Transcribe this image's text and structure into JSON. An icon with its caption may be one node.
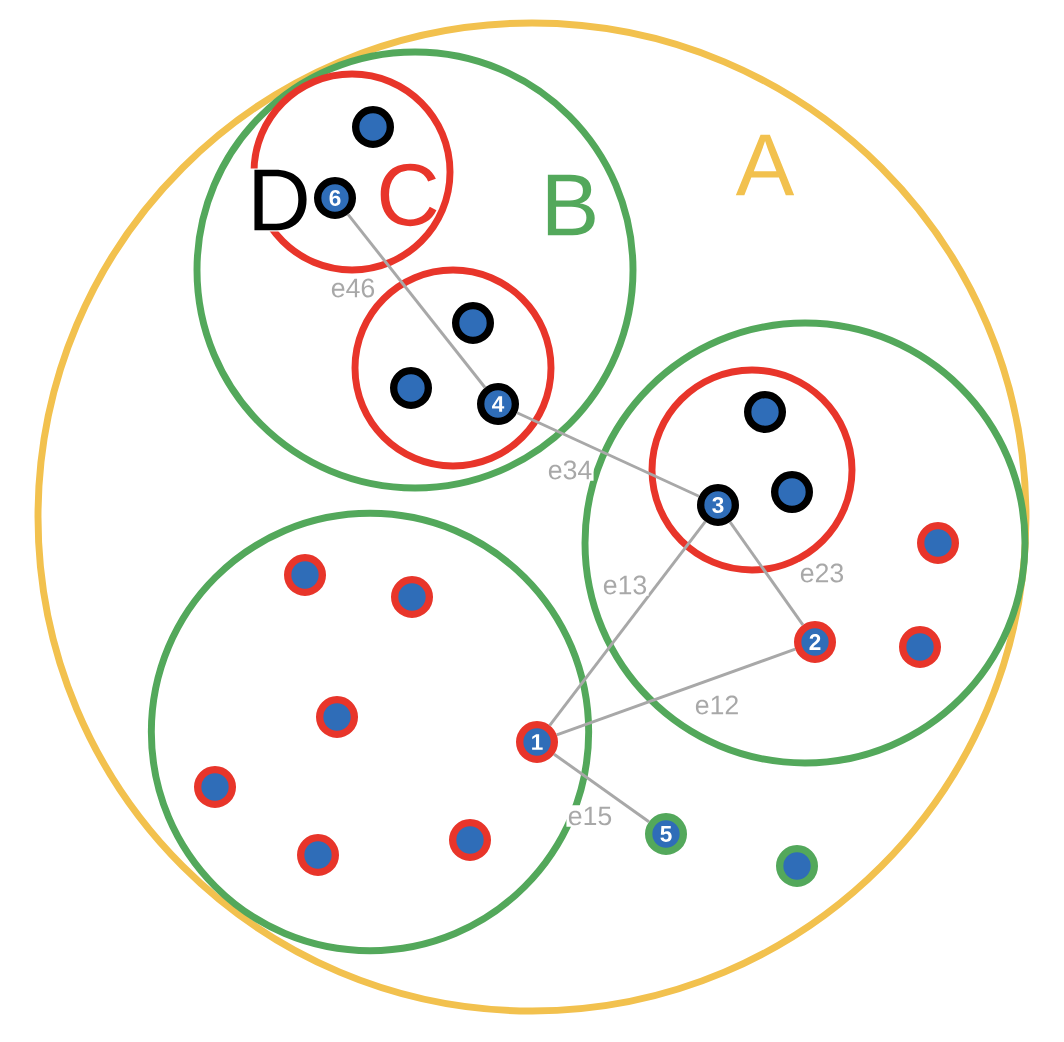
{
  "diagram": {
    "nodes": [
      {
        "text": [
          "A"
        ]
      },
      {
        "text": [
          "B"
        ],
        "in": 0
      },
      {
        "text": [
          "C"
        ],
        "in": 1
      },
      {
        "text": [],
        "shape": "circle",
        "in": 2
      },
      {
        "text": [
          "6"
        ],
        "beside": [
          "D"
        ],
        "in": 2
      },
      {
        "text": [],
        "shape": "circle",
        "in": 1
      },
      {
        "text": [],
        "shape": "circle",
        "in": 5
      },
      {
        "text": [],
        "shape": "circle",
        "in": 5
      },
      {
        "text": [
          "4"
        ],
        "in": 5
      },
      {
        "text": [],
        "shape": "circle",
        "in": 0
      },
      {
        "text": [],
        "shape": "circle",
        "in": 9
      },
      {
        "text": [],
        "shape": "circle",
        "in": 10
      },
      {
        "text": [
          "3"
        ],
        "in": 10
      },
      {
        "text": [],
        "shape": "circle",
        "in": 10
      },
      {
        "text": [],
        "shape": "circle",
        "in": 9
      },
      {
        "text": [
          "2"
        ],
        "in": 9
      },
      {
        "text": [],
        "shape": "circle",
        "in": 9
      },
      {
        "text": [],
        "shape": "circle",
        "in": 0
      },
      {
        "text": [],
        "shape": "circle",
        "in": 17
      },
      {
        "text": [],
        "shape": "circle",
        "in": 17
      },
      {
        "text": [],
        "shape": "circle",
        "in": 17
      },
      {
        "text": [],
        "shape": "circle",
        "in": 17
      },
      {
        "text": [],
        "shape": "circle",
        "in": 17
      },
      {
        "text": [],
        "shape": "circle",
        "in": 17
      },
      {
        "text": [
          "1"
        ],
        "in": 17
      },
      {
        "text": [
          "5"
        ],
        "in": 0
      },
      {
        "text": [],
        "shape": "circle",
        "in": 0
      }
    ],
    "edges": [
      {
        "from": 4,
        "to": 8,
        "arrow": "none",
        "label": "e46"
      },
      {
        "from": 8,
        "to": 12,
        "arrow": "none",
        "label": "e34"
      },
      {
        "from": 24,
        "to": 12,
        "arrow": "none",
        "label": "e13"
      },
      {
        "from": 15,
        "to": 12,
        "arrow": "none",
        "label": "e23"
      },
      {
        "from": 24,
        "to": 15,
        "arrow": "none",
        "label": "e12"
      },
      {
        "from": 24,
        "to": 25,
        "arrow": "none",
        "label": "e15"
      }
    ]
  }
}
